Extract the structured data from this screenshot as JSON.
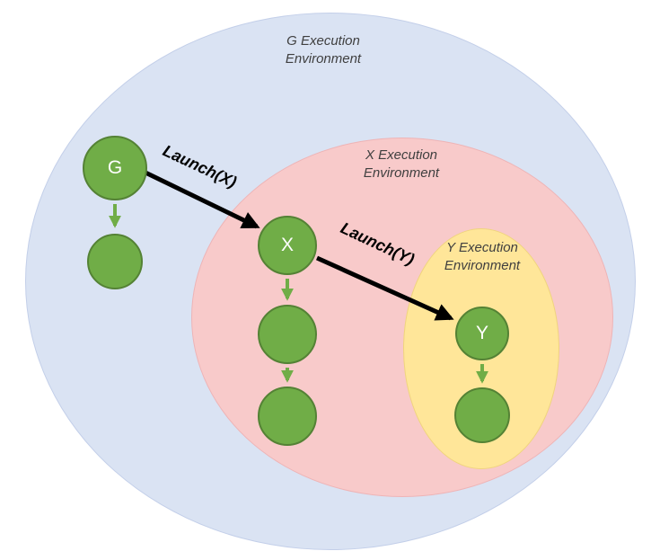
{
  "environments": {
    "g": {
      "label": "G Execution Environment",
      "fill": "#dae3f3"
    },
    "x": {
      "label": "X Execution Environment",
      "fill": "#f8caca"
    },
    "y": {
      "label": "Y Execution Environment",
      "fill": "#ffe699"
    }
  },
  "nodes": {
    "g": {
      "label": "G"
    },
    "x": {
      "label": "X"
    },
    "y": {
      "label": "Y"
    }
  },
  "arrows": {
    "launch_x": {
      "label": "Launch(X)"
    },
    "launch_y": {
      "label": "Launch(Y)"
    }
  },
  "colors": {
    "node_fill": "#70ad47",
    "node_border": "#548235",
    "env_text": "#3f3f3f",
    "launch_arrow": "#000000",
    "spawn_arrow": "#70ad47"
  }
}
